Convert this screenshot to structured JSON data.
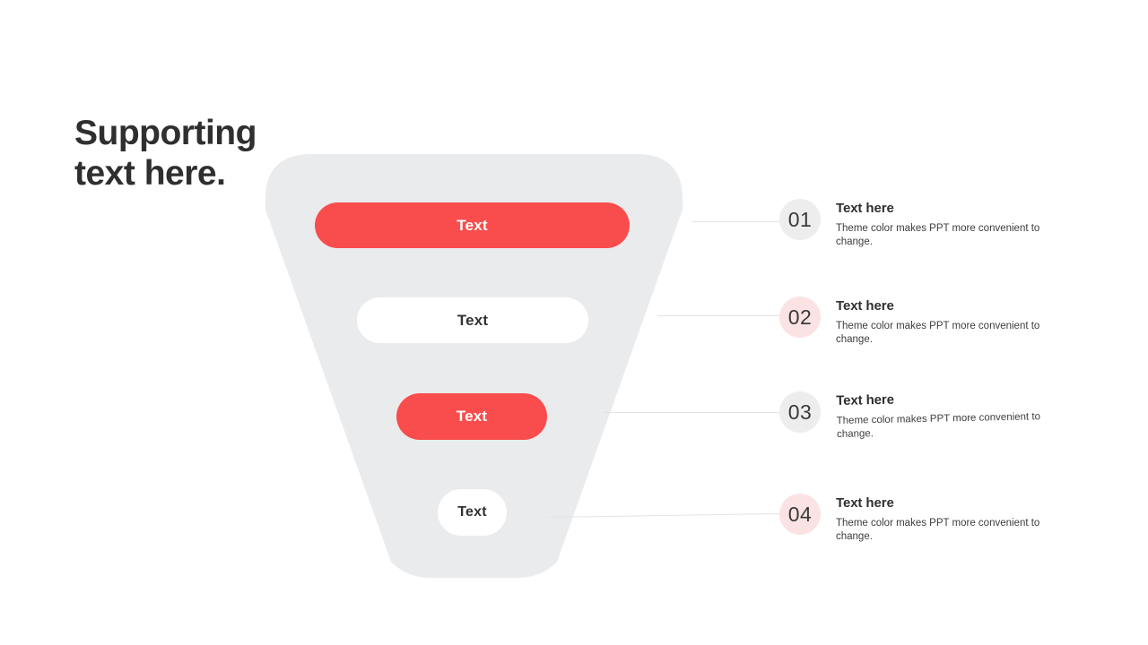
{
  "slide": {
    "title": "Supporting\ntext here.",
    "background_color": "#ffffff"
  },
  "theme": {
    "accent_red": "#f94d4d",
    "funnel_gray": "#eaebed",
    "circle_gray": "#ededee",
    "circle_pink": "#fbe3e3",
    "heading_color": "#2f2f2f",
    "line_color": "#e3e3e3"
  },
  "funnel": {
    "shape": "inverted-funnel",
    "stages": [
      {
        "label": "Text",
        "fill": "#f94d4d",
        "text_color": "#ffffff"
      },
      {
        "label": "Text",
        "fill": "#ffffff",
        "text_color": "#333333"
      },
      {
        "label": "Text",
        "fill": "#f94d4d",
        "text_color": "#ffffff"
      },
      {
        "label": "Text",
        "fill": "#ffffff",
        "text_color": "#333333"
      }
    ]
  },
  "items": [
    {
      "number": "01",
      "circle_style": "gray",
      "heading": "Text here",
      "body": "Theme  color makes PPT more convenient to change."
    },
    {
      "number": "02",
      "circle_style": "pink",
      "heading": "Text here",
      "body": "Theme  color makes PPT more convenient to change."
    },
    {
      "number": "03",
      "circle_style": "gray",
      "heading": "Text here",
      "body": "Theme  color makes PPT more convenient to change."
    },
    {
      "number": "04",
      "circle_style": "pink",
      "heading": "Text here",
      "body": "Theme  color makes PPT more convenient to change."
    }
  ]
}
